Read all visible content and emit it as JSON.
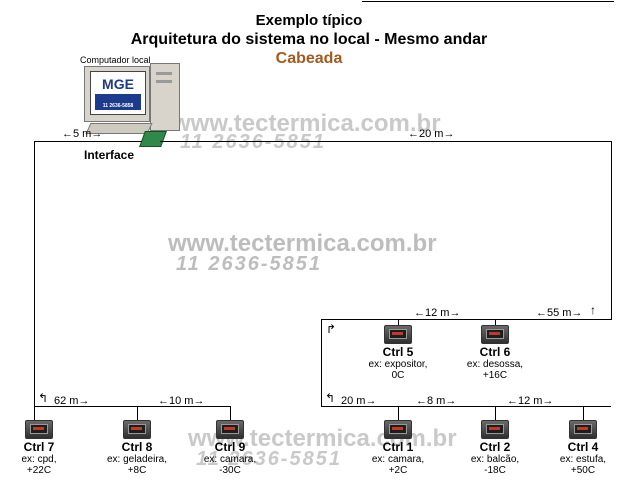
{
  "title": {
    "line1": "Exemplo típico",
    "line2": "Arquitetura do sistema no local - Mesmo andar",
    "line3": "Cabeada"
  },
  "computer": {
    "label": "Computador local",
    "screen_brand": "MGE",
    "screen_phone": "11 2636-5858",
    "interface_label": "Interface"
  },
  "watermarks": {
    "site": "www.tectermica.com.br",
    "phone": "11 2636-5851"
  },
  "distances": {
    "d_5m": "←5 m→",
    "d_20m_top": "←20 m→",
    "d_12m_mid": "←12 m→",
    "d_55m": "←55 m→",
    "d_62m": "62 m→",
    "d_10m": "←10 m→",
    "d_20m_low": "20 m→",
    "d_8m": "←8 m→",
    "d_12m_low": "←12 m→"
  },
  "controllers": [
    {
      "name": "Ctrl 5",
      "ex1": "ex: expositor,",
      "ex2": "0C"
    },
    {
      "name": "Ctrl 6",
      "ex1": "ex: desossa,",
      "ex2": "+16C"
    },
    {
      "name": "Ctrl 7",
      "ex1": "ex: cpd,",
      "ex2": "+22C"
    },
    {
      "name": "Ctrl 8",
      "ex1": "ex: geladeira,",
      "ex2": "+8C"
    },
    {
      "name": "Ctrl 9",
      "ex1": "ex: camara,",
      "ex2": "-30C"
    },
    {
      "name": "Ctrl 1",
      "ex1": "ex: camara,",
      "ex2": "+2C"
    },
    {
      "name": "Ctrl 2",
      "ex1": "ex: balcão,",
      "ex2": "-18C"
    },
    {
      "name": "Ctrl 4",
      "ex1": "ex: estufa,",
      "ex2": "+50C"
    }
  ]
}
